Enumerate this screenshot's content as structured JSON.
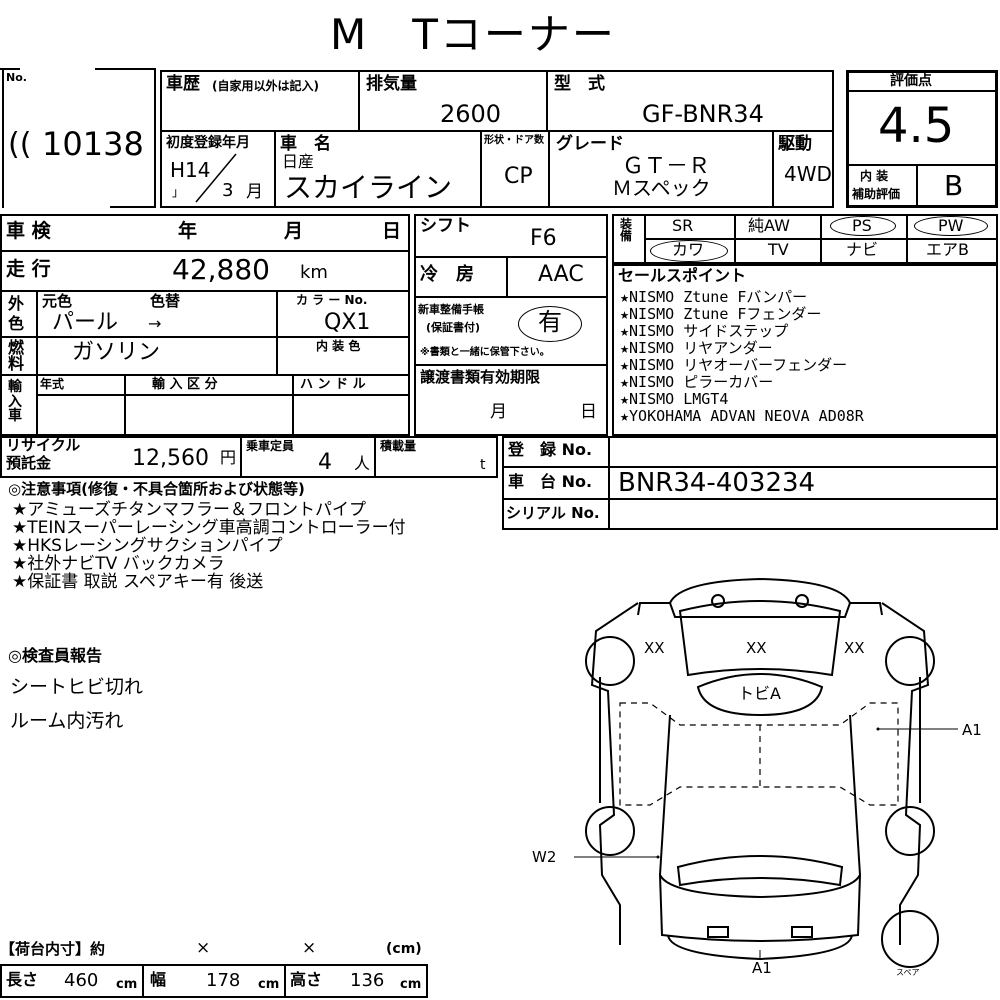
{
  "header": {
    "title": "M　Tコーナー"
  },
  "lot": {
    "no_label": "No.",
    "number": "10138",
    "mark": "(("
  },
  "history": {
    "label": "車歴",
    "note": "(自家用以外は記入)"
  },
  "displacement": {
    "label": "排気量",
    "value": "2600"
  },
  "model": {
    "label": "型　式",
    "value": "GF-BNR34"
  },
  "score": {
    "label": "評価点",
    "value": "4.5",
    "interior_label_1": "内 装",
    "interior_label_2": "補助評価",
    "interior_value": "B"
  },
  "first_reg": {
    "label": "初度登録年月",
    "era": "H14",
    "mark": "」",
    "month": "3",
    "month_unit": "月"
  },
  "car_name": {
    "label": "車　名",
    "maker": "日産",
    "value": "スカイライン"
  },
  "body": {
    "label": "形状・ドア数",
    "value": "CP"
  },
  "grade": {
    "label": "グレード",
    "line1": "ＧＴ－Ｒ",
    "line2": "Ｍスペック"
  },
  "drive": {
    "label": "駆動",
    "value": "4WD"
  },
  "inspection": {
    "label": "車 検",
    "year": "年",
    "month": "月",
    "day": "日"
  },
  "shift": {
    "label": "シフト",
    "value": "F6"
  },
  "equipment": {
    "row1": [
      "SR",
      "純AW",
      "PS",
      "PW"
    ],
    "row2": [
      "カワ",
      "TV",
      "ナビ",
      "エアB"
    ],
    "label": "装備"
  },
  "mileage": {
    "label": "走 行",
    "value": "42,880",
    "unit": "km"
  },
  "ac": {
    "label": "冷　房",
    "value": "AAC"
  },
  "sales_points": {
    "label": "セールスポイント",
    "items": [
      "★NISMO Ztune Fバンパー",
      "★NISMO Ztune Fフェンダー",
      "★NISMO サイドステップ",
      "★NISMO リヤアンダー",
      "★NISMO リヤオーバーフェンダー",
      "★NISMO ピラーカバー",
      "★NISMO LMGT4",
      "★YOKOHAMA ADVAN NEOVA AD08R"
    ]
  },
  "color": {
    "label_1": "外",
    "label_2": "色",
    "orig_label": "元色",
    "change_label": "色替",
    "code_label": "カ ラ ー No.",
    "value": "パール",
    "arrow": "→",
    "code": "QX1"
  },
  "warranty": {
    "label_1": "新車整備手帳",
    "label_2": "(保証書付)",
    "value": "有",
    "note": "※書類と一緒に保管下さい。"
  },
  "fuel": {
    "label_1": "燃",
    "label_2": "料",
    "value": "ガソリン",
    "interior_color_label": "内 装 色"
  },
  "import": {
    "label": "輸入車",
    "year_label": "年式",
    "class_label": "輸 入 区 分",
    "handle_label": "ハ ン ド ル"
  },
  "transfer_docs": {
    "label": "譲渡書類有効期限",
    "month": "月",
    "day": "日"
  },
  "recycle": {
    "label_1": "リサイクル",
    "label_2": "預託金",
    "value": "12,560",
    "unit": "円"
  },
  "capacity": {
    "label": "乗車定員",
    "value": "4",
    "unit": "人"
  },
  "load": {
    "label": "積載量",
    "unit": "t"
  },
  "registration": {
    "label": "登　録 No."
  },
  "chassis": {
    "label": "車　台 No.",
    "value": "BNR34-403234"
  },
  "serial": {
    "label": "シリアル No."
  },
  "notes": {
    "label": "◎注意事項(修復・不具合箇所および状態等)",
    "items": [
      "★アミューズチタンマフラー＆フロントパイプ",
      "★TEINスーパーレーシング車高調コントローラー付",
      "★HKSレーシングサクションパイプ",
      "★社外ナビTV バックカメラ",
      "★保証書 取説 スペアキー有 後送"
    ]
  },
  "inspector": {
    "label": "◎検査員報告",
    "items": [
      "シートヒビ切れ",
      "ルーム内汚れ"
    ]
  },
  "diagram": {
    "xx_left": "XX",
    "xx_center": "XX",
    "xx_right": "XX",
    "windshield": "トビA",
    "a1_right": "A1",
    "w2": "W2",
    "a1_bottom": "A1",
    "spare": "スペア"
  },
  "cargo": {
    "label": "【荷台内寸】約",
    "x1": "×",
    "x2": "×",
    "unit": "(cm)"
  },
  "dimensions": {
    "length_label": "長さ",
    "length": "460",
    "width_label": "幅",
    "width": "178",
    "height_label": "高さ",
    "height": "136",
    "unit": "cm"
  }
}
